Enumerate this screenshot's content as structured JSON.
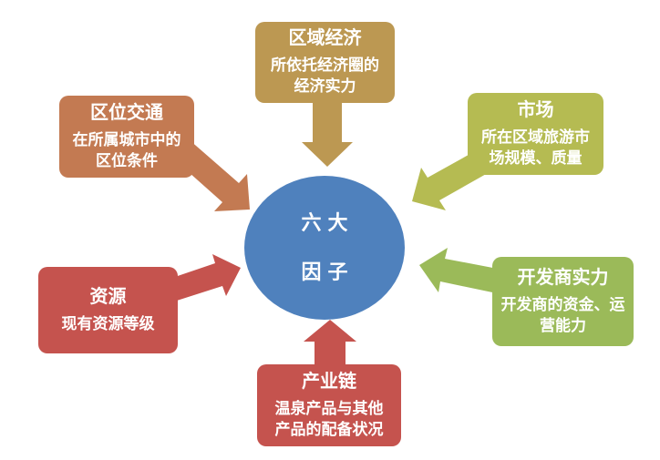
{
  "center": {
    "line1": "六大",
    "line2": "因子",
    "color": "#4F81BD"
  },
  "factors": [
    {
      "id": "regional-economy",
      "title": "区域经济",
      "description": "所依托经济圈的\n经济实力",
      "color": "#BC9852"
    },
    {
      "id": "location-transport",
      "title": "区位交通",
      "description": "在所属城市中的\n区位条件",
      "color": "#C37A52"
    },
    {
      "id": "market",
      "title": "市场",
      "description": "所在区域旅游市\n场规模、质量",
      "color": "#B5BB52"
    },
    {
      "id": "resources",
      "title": "资源",
      "description": "现有资源等级",
      "color": "#C5534E"
    },
    {
      "id": "developer-strength",
      "title": "开发商实力",
      "description": "开发商的资金、运\n营能力",
      "color": "#9BBA59"
    },
    {
      "id": "industry-chain",
      "title": "产业链",
      "description": "温泉产品与其他\n产品的配备状况",
      "color": "#C5534E"
    }
  ]
}
